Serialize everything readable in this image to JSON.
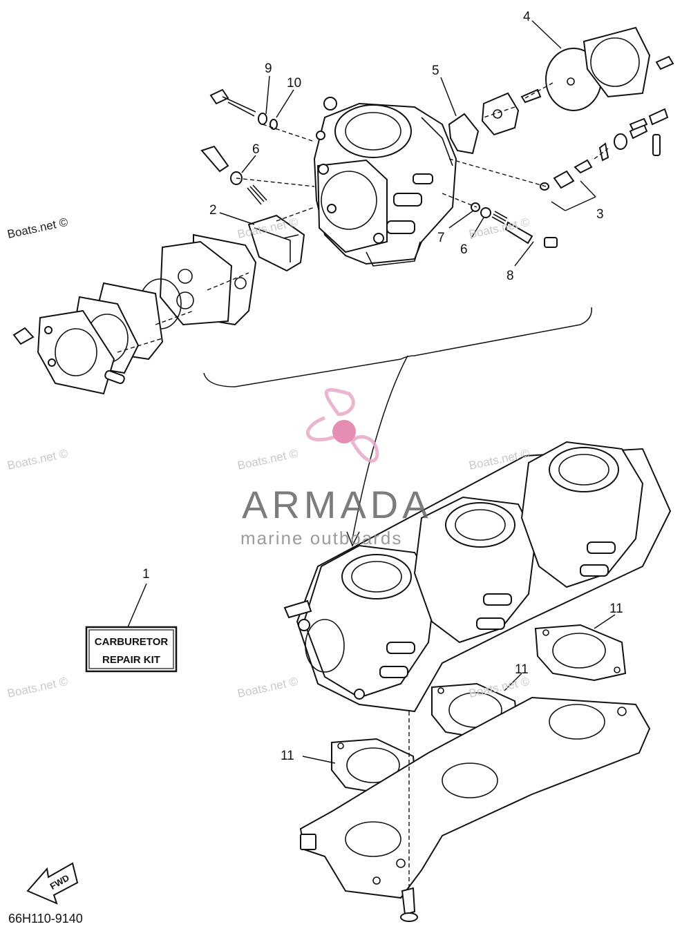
{
  "diagram": {
    "callouts": [
      {
        "id": "c1",
        "label": "1"
      },
      {
        "id": "c2",
        "label": "2"
      },
      {
        "id": "c3",
        "label": "3"
      },
      {
        "id": "c4",
        "label": "4"
      },
      {
        "id": "c5",
        "label": "5"
      },
      {
        "id": "c6a",
        "label": "6"
      },
      {
        "id": "c6b",
        "label": "6"
      },
      {
        "id": "c7",
        "label": "7"
      },
      {
        "id": "c8",
        "label": "8"
      },
      {
        "id": "c9",
        "label": "9"
      },
      {
        "id": "c10",
        "label": "10"
      },
      {
        "id": "c11a",
        "label": "11"
      },
      {
        "id": "c11b",
        "label": "11"
      },
      {
        "id": "c11c",
        "label": "11"
      }
    ],
    "repair_kit_label": {
      "line1": "CARBURETOR",
      "line2": "REPAIR KIT"
    },
    "fwd_label": "FWD",
    "part_code": "66H110-9140"
  },
  "watermarks": {
    "site": "Boats.net ©",
    "brand_name": "ARMADA",
    "brand_tagline": "marine outboards"
  },
  "colors": {
    "line": "#111111",
    "logo_pink": "#e8a9c8",
    "logo_pink_dark": "#e27aa8",
    "watermark_gray": "#c9c9c9"
  }
}
